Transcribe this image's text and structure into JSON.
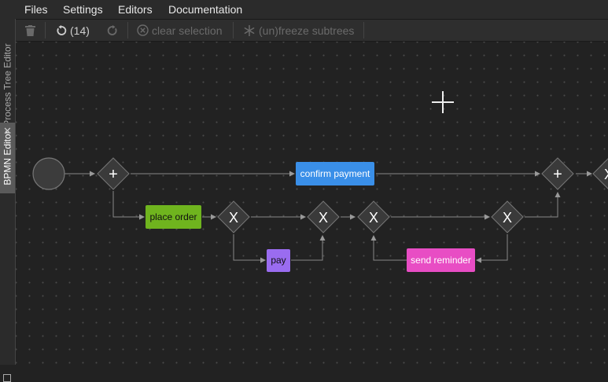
{
  "menu": {
    "files": "Files",
    "settings": "Settings",
    "editors": "Editors",
    "documentation": "Documentation"
  },
  "sidebar": {
    "tabs": [
      {
        "label": "Process Tree Editor",
        "active": false
      },
      {
        "label": "BPMN Editor",
        "active": true
      }
    ]
  },
  "toolbar": {
    "undo_count": "(14)",
    "clear_selection": "clear selection",
    "freeze_subtrees": "(un)freeze subtrees"
  },
  "diagram": {
    "tasks": {
      "confirm_payment": {
        "label": "confirm payment",
        "color": "#3a8fe8"
      },
      "place_order": {
        "label": "place order",
        "color": "#6fb41e"
      },
      "pay": {
        "label": "pay",
        "color": "#9a6cf0"
      },
      "send_reminder": {
        "label": "send reminder",
        "color": "#e84dc4"
      }
    },
    "gateways": {
      "parallel_symbol": "+",
      "exclusive_symbol": "X"
    }
  },
  "colors": {
    "background": "#222222",
    "menubar": "#2b2b2b",
    "toolbar": "#2e2e2e",
    "gateway_fill": "#3a3a3a",
    "edge": "#888888"
  }
}
